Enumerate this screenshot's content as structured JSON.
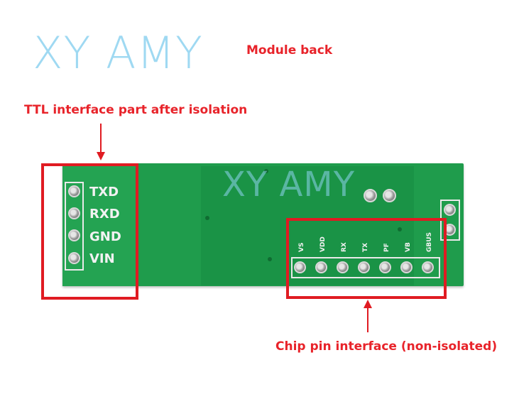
{
  "watermark": {
    "text": "XY AMY"
  },
  "labels": {
    "module_back": "Module back",
    "ttl_interface": "TTL interface part after isolation",
    "chip_interface": "Chip pin interface (non-isolated)"
  },
  "board": {
    "ttl_pins": [
      "TXD",
      "RXD",
      "GND",
      "VIN"
    ],
    "chip_pins": [
      "VS",
      "VDD",
      "RX",
      "TX",
      "PF",
      "VB",
      "GBUS"
    ]
  },
  "colors": {
    "annotation_red": "#e01b22",
    "pcb_green": "#1f9c4c",
    "watermark_blue": "#8fd3f0"
  }
}
